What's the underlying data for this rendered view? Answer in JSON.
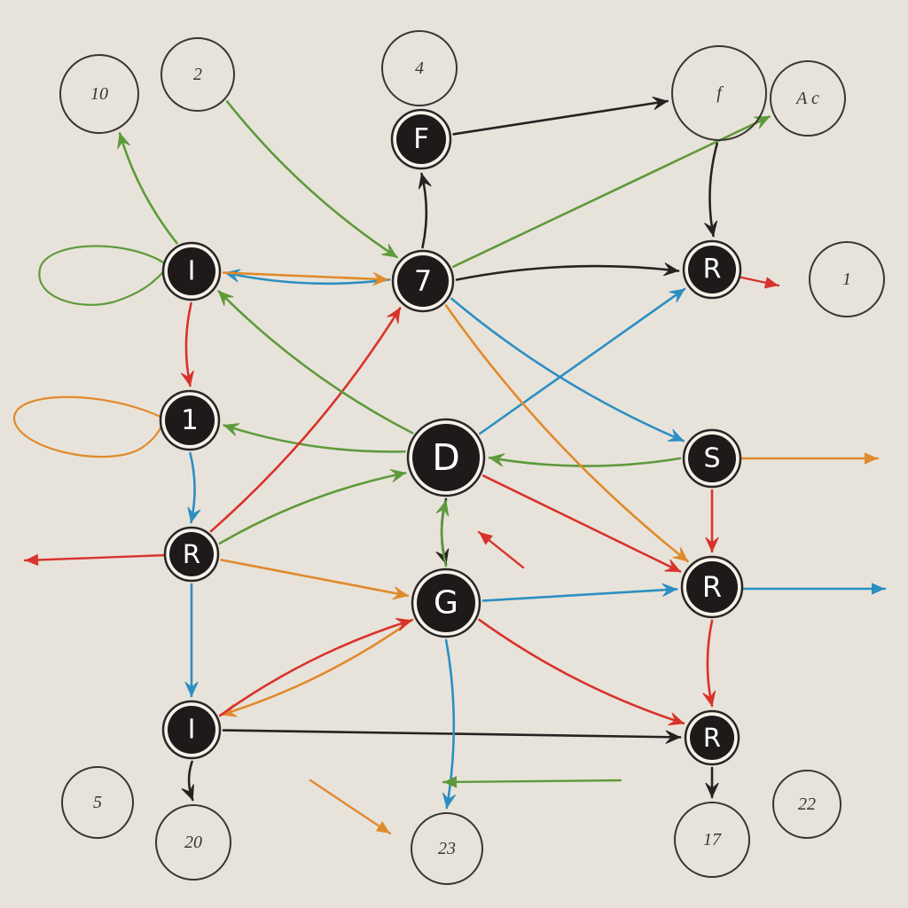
{
  "colors": {
    "background": "#e8e3da",
    "node_fill": "#1e1a1a",
    "node_ring": "#2a2525",
    "node_text": "#ffffff",
    "outline": "#3a3434",
    "green": "#5e9a3c",
    "orange": "#e08a2c",
    "red": "#d8332c",
    "blue": "#2b8fc2",
    "black": "#262222"
  },
  "nodes": [
    {
      "id": "f",
      "label": "F",
      "kind": "filled",
      "icon": "node-circle"
    },
    {
      "id": "i1",
      "label": "I",
      "kind": "filled",
      "icon": "node-circle"
    },
    {
      "id": "n7",
      "label": "7",
      "kind": "filled",
      "icon": "node-circle"
    },
    {
      "id": "r1",
      "label": "R",
      "kind": "filled",
      "icon": "node-circle"
    },
    {
      "id": "n1",
      "label": "1",
      "kind": "filled",
      "icon": "node-circle"
    },
    {
      "id": "d",
      "label": "D",
      "kind": "filled",
      "icon": "node-circle"
    },
    {
      "id": "s",
      "label": "S",
      "kind": "filled",
      "icon": "node-circle"
    },
    {
      "id": "r2",
      "label": "R",
      "kind": "filled",
      "icon": "node-circle"
    },
    {
      "id": "g",
      "label": "G",
      "kind": "filled",
      "icon": "node-circle"
    },
    {
      "id": "r3",
      "label": "R",
      "kind": "filled",
      "icon": "node-circle"
    },
    {
      "id": "i2",
      "label": "I",
      "kind": "filled",
      "icon": "node-circle"
    },
    {
      "id": "r4",
      "label": "R",
      "kind": "filled",
      "icon": "node-circle"
    },
    {
      "id": "o10",
      "label": "10",
      "kind": "outline"
    },
    {
      "id": "o2",
      "label": "2",
      "kind": "outline"
    },
    {
      "id": "o4",
      "label": "4",
      "kind": "outline"
    },
    {
      "id": "of",
      "label": "f",
      "kind": "outline"
    },
    {
      "id": "oac",
      "label": "A c",
      "kind": "outline"
    },
    {
      "id": "o1",
      "label": "1",
      "kind": "outline"
    },
    {
      "id": "o5",
      "label": "5",
      "kind": "outline"
    },
    {
      "id": "o20",
      "label": "20",
      "kind": "outline"
    },
    {
      "id": "o23",
      "label": "23",
      "kind": "outline"
    },
    {
      "id": "o17",
      "label": "17",
      "kind": "outline"
    },
    {
      "id": "o22",
      "label": "22",
      "kind": "outline"
    }
  ],
  "edges": [
    {
      "from": "n7",
      "to": "r1",
      "color": "black"
    },
    {
      "from": "f",
      "to": "of",
      "color": "black"
    },
    {
      "from": "n7",
      "to": "f",
      "color": "black"
    },
    {
      "from": "n7",
      "to": "i1",
      "color": "blue"
    },
    {
      "from": "n7",
      "to": "oac",
      "color": "green"
    },
    {
      "from": "of",
      "to": "r1",
      "color": "black"
    },
    {
      "from": "d",
      "to": "n1",
      "color": "green"
    },
    {
      "from": "d",
      "to": "r1",
      "color": "blue"
    },
    {
      "from": "n7",
      "to": "s",
      "color": "blue"
    },
    {
      "from": "s",
      "to": "d",
      "color": "green"
    },
    {
      "from": "d",
      "to": "r3",
      "color": "red"
    },
    {
      "from": "d",
      "to": "g",
      "color": "black"
    },
    {
      "from": "g",
      "to": "d",
      "color": "green"
    },
    {
      "from": "g",
      "to": "r3",
      "color": "blue"
    },
    {
      "from": "g",
      "to": "r4",
      "color": "red"
    },
    {
      "from": "g",
      "to": "i2",
      "color": "orange"
    },
    {
      "from": "i2",
      "to": "r4",
      "color": "black"
    },
    {
      "from": "r2",
      "to": "n7",
      "color": "red"
    },
    {
      "from": "r2",
      "to": "d",
      "color": "green"
    },
    {
      "from": "r2",
      "to": "g",
      "color": "orange"
    },
    {
      "from": "i1",
      "to": "n1",
      "color": "red"
    },
    {
      "from": "n1",
      "to": "r2",
      "color": "blue"
    },
    {
      "from": "r2",
      "to": "i2",
      "color": "blue"
    },
    {
      "from": "i2",
      "to": "o20",
      "color": "black"
    },
    {
      "from": "i2",
      "to": "g",
      "color": "red"
    },
    {
      "from": "r4",
      "to": "o17",
      "color": "black"
    },
    {
      "from": "r3",
      "to": "r4",
      "color": "red"
    },
    {
      "from": "g",
      "to": "o23",
      "color": "blue"
    },
    {
      "from": "i1",
      "to": "n7",
      "color": "orange"
    },
    {
      "from": "o2",
      "to": "n7",
      "color": "green"
    },
    {
      "from": "i1",
      "to": "o10",
      "color": "green"
    },
    {
      "from": "s",
      "to": "r3",
      "color": "red"
    },
    {
      "from": "n7",
      "to": "r3",
      "color": "orange"
    },
    {
      "from": "d",
      "to": "i1",
      "color": "green"
    }
  ],
  "stray_arrows": [
    {
      "color": "red"
    },
    {
      "color": "red"
    },
    {
      "color": "orange"
    },
    {
      "color": "blue"
    },
    {
      "color": "green"
    },
    {
      "color": "orange"
    },
    {
      "color": "red"
    }
  ],
  "loops": [
    {
      "color": "orange"
    },
    {
      "color": "green"
    }
  ]
}
